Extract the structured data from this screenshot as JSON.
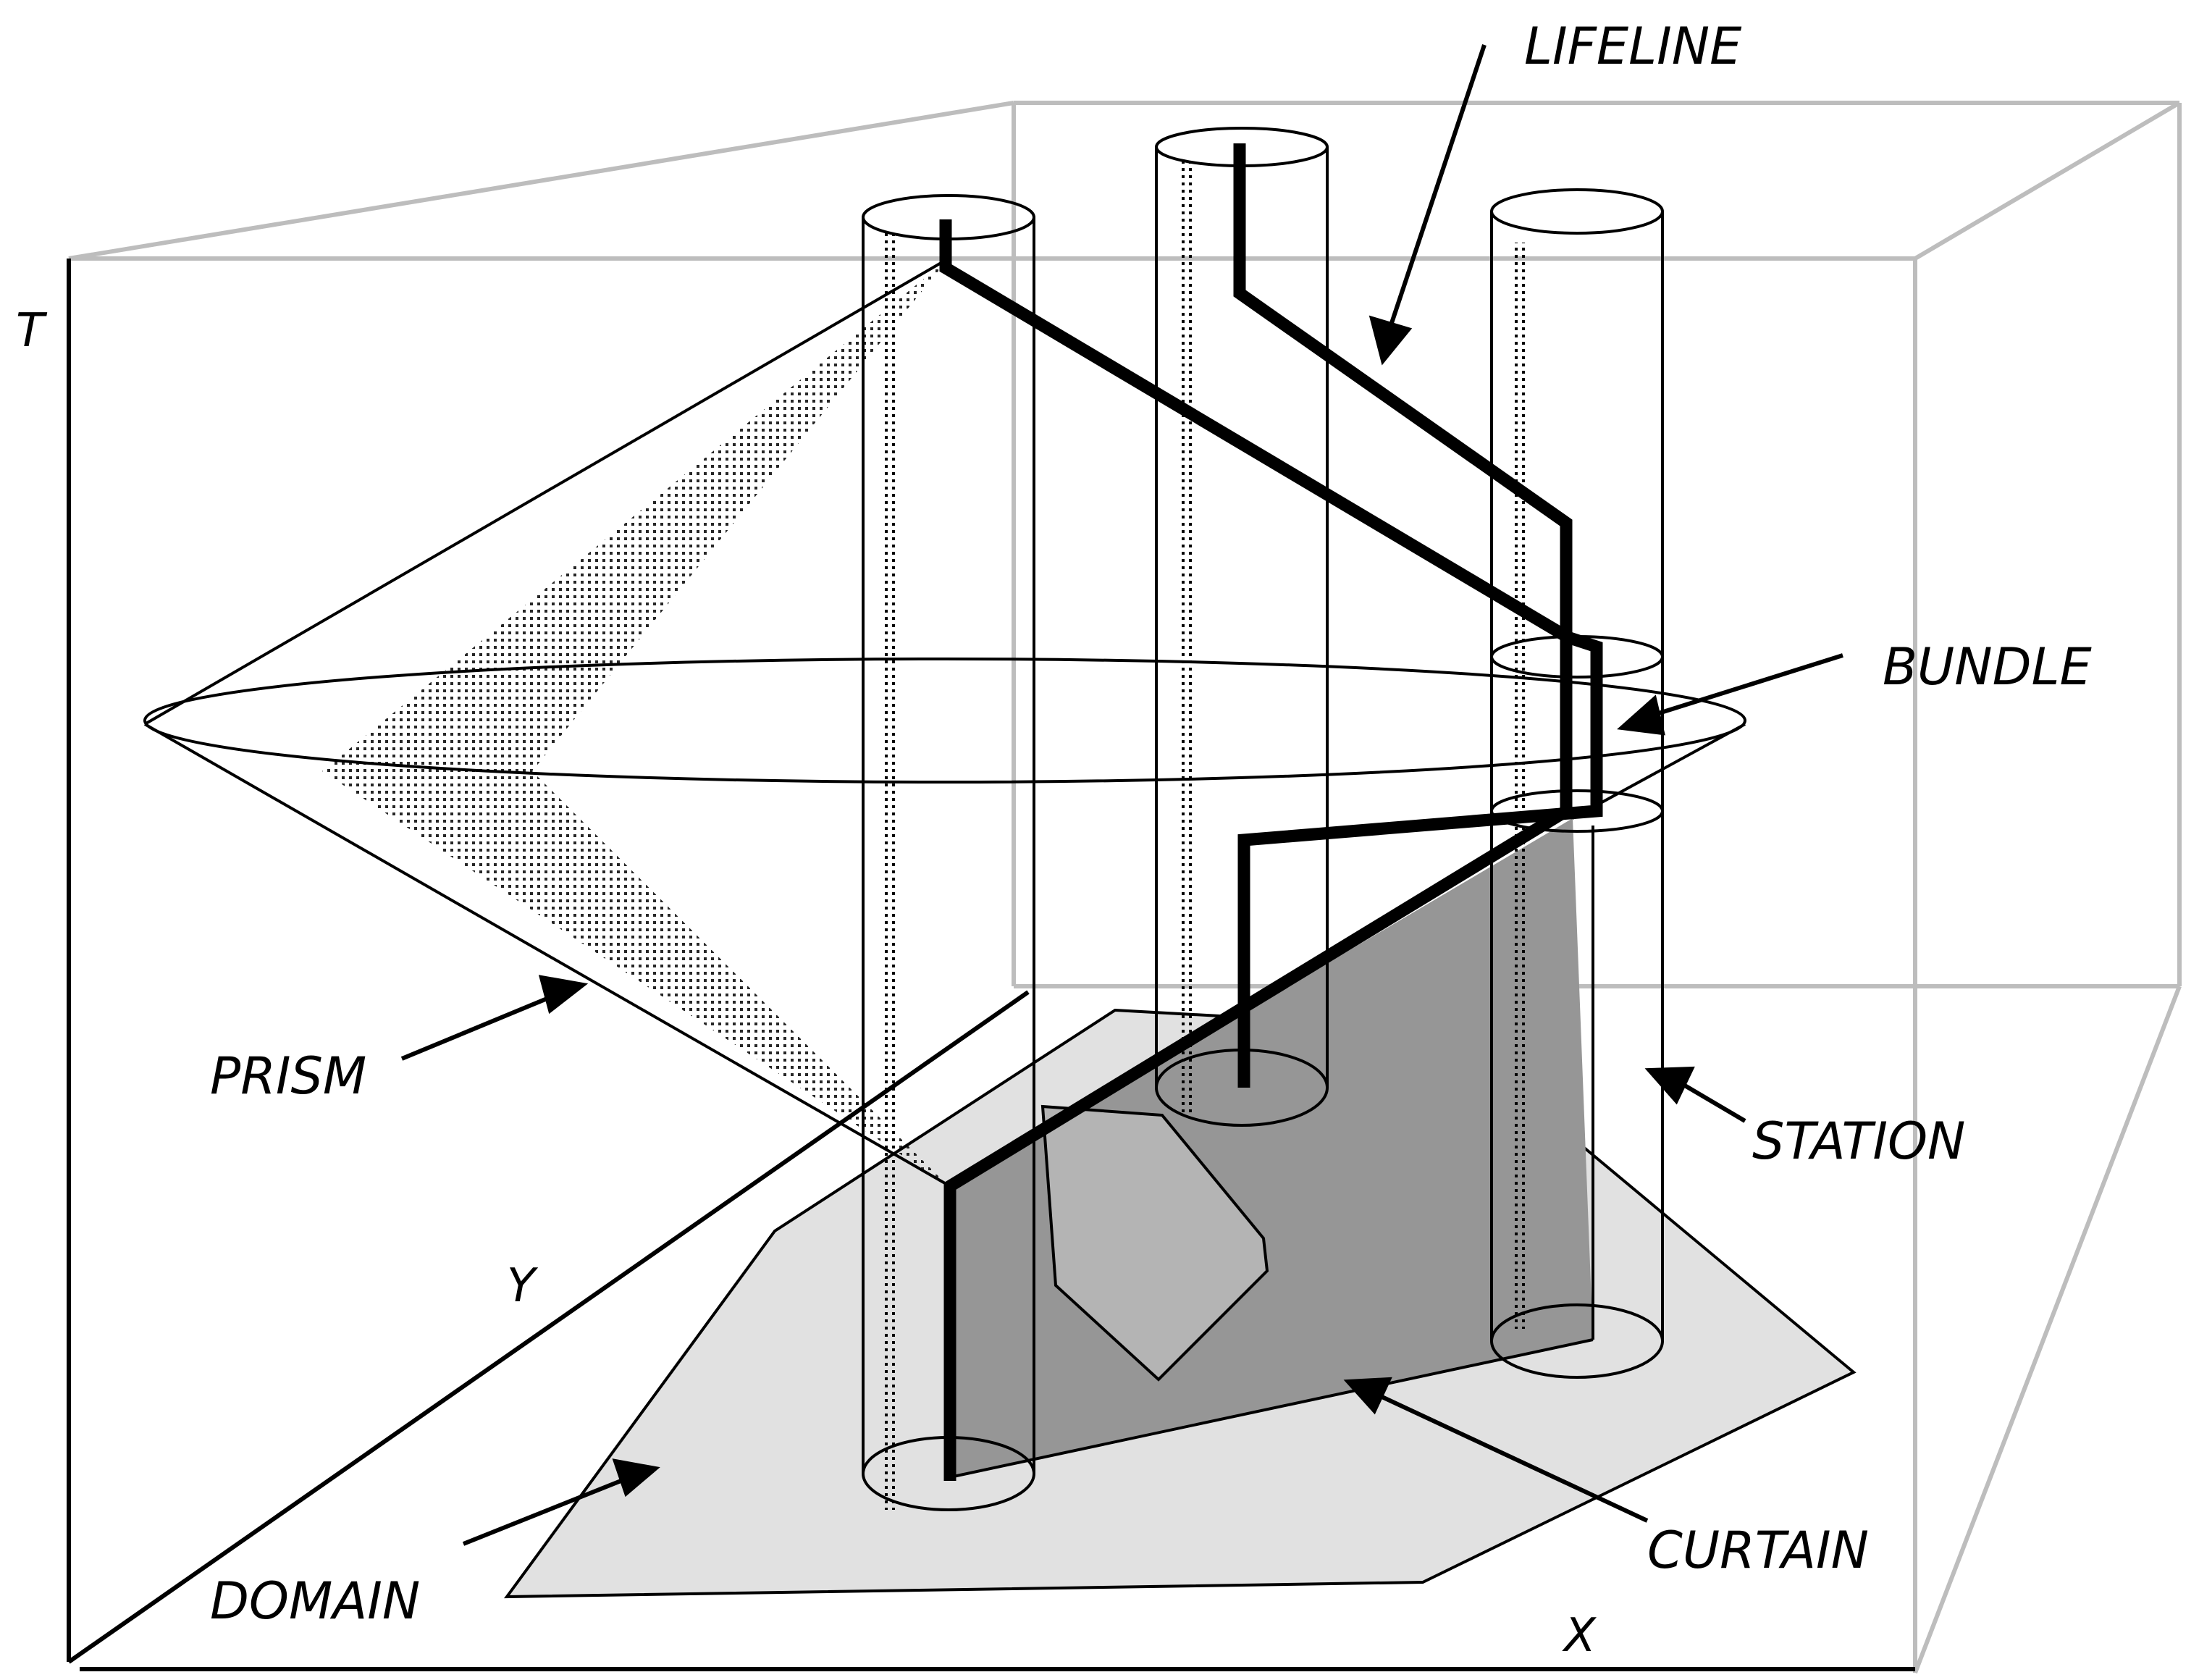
{
  "labels": {
    "t_axis": "T",
    "y_axis": "Y",
    "x_axis": "X",
    "lifeline": "LIFELINE",
    "bundle": "BUNDLE",
    "prism": "PRISM",
    "station": "STATION",
    "domain": "DOMAIN",
    "curtain": "CURTAIN"
  },
  "colors": {
    "box_edge": "#bdbdbd",
    "ink": "#000000",
    "domain_fill": "#e1e1e1",
    "curtain_fill": "#969696",
    "obstacle_fill": "#b4b4b4"
  }
}
